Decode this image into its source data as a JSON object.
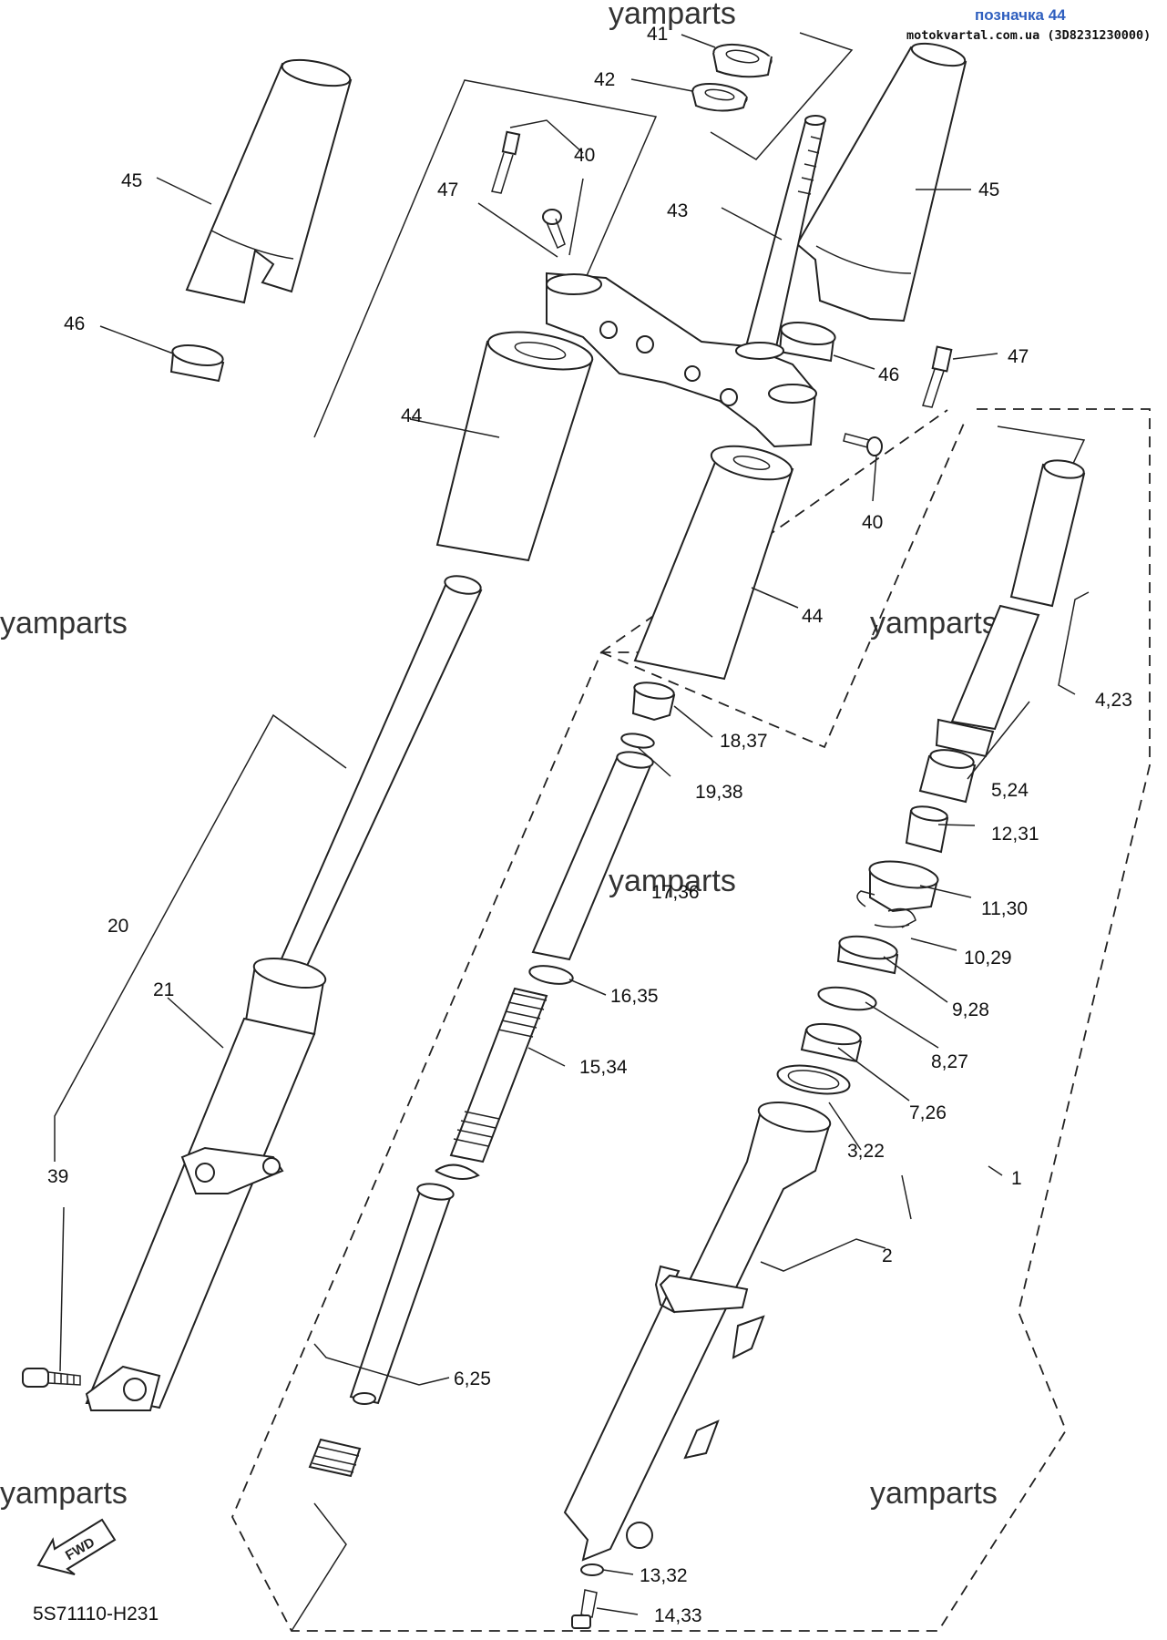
{
  "header": {
    "title": "позначка 44",
    "subtitle": "motokvartal.com.ua (3D8231230000)"
  },
  "watermarks": [
    "yamparts",
    "yamparts",
    "yamparts",
    "yamparts",
    "yamparts",
    "yamparts"
  ],
  "diagram_code": "5S71110-H231",
  "fwd_label": "FWD",
  "callouts": {
    "c41": "41",
    "c42": "42",
    "c43": "43",
    "c45a": "45",
    "c45b": "45",
    "c46a": "46",
    "c46b": "46",
    "c47a": "47",
    "c47b": "47",
    "c40a": "40",
    "c40b": "40",
    "c44a": "44",
    "c44b": "44",
    "c4_23": "4,23",
    "c5_24": "5,24",
    "c12_31": "12,31",
    "c11_30": "11,30",
    "c10_29": "10,29",
    "c9_28": "9,28",
    "c8_27": "8,27",
    "c7_26": "7,26",
    "c3_22": "3,22",
    "c2": "2",
    "c1": "1",
    "c18_37": "18,37",
    "c19_38": "19,38",
    "c17_36": "17,36",
    "c16_35": "16,35",
    "c15_34": "15,34",
    "c6_25": "6,25",
    "c13_32": "13,32",
    "c14_33": "14,33",
    "c20": "20",
    "c21": "21",
    "c39": "39"
  }
}
